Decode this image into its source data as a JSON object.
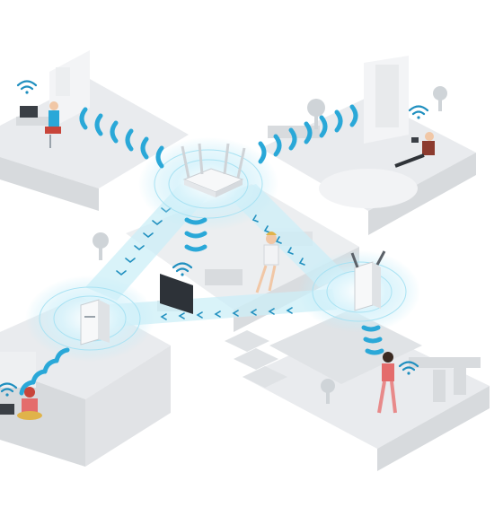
{
  "scene": {
    "colors": {
      "background": "#ffffff",
      "floor": "#e7e9ec",
      "wall": "#f4f5f6",
      "furniture": "#d9dcdf",
      "signal_strong": "#2aa8d8",
      "signal_light": "#9fe0f2",
      "link_beam": "#c8eef8",
      "arrow": "#1f8fbf",
      "router_body": "#f7f8f9",
      "person_shirt_red": "#c8453a",
      "person_skin": "#f1c7a6"
    },
    "icons": {
      "wifi": "wifi-icon",
      "router": "router-icon",
      "extender": "range-extender-icon",
      "satellite": "mesh-unit-icon"
    },
    "devices": [
      {
        "id": "main-router",
        "type": "router"
      },
      {
        "id": "extender-right",
        "type": "range-extender"
      },
      {
        "id": "mesh-left",
        "type": "mesh-unit"
      }
    ],
    "rooms": [
      "office",
      "lounge",
      "living-room",
      "kitchen",
      "bedroom"
    ],
    "people": [
      {
        "activity": "laptop-desk"
      },
      {
        "activity": "tablet-lounge"
      },
      {
        "activity": "sitting-chair"
      },
      {
        "activity": "walking-phone"
      },
      {
        "activity": "laptop-floor"
      }
    ]
  }
}
